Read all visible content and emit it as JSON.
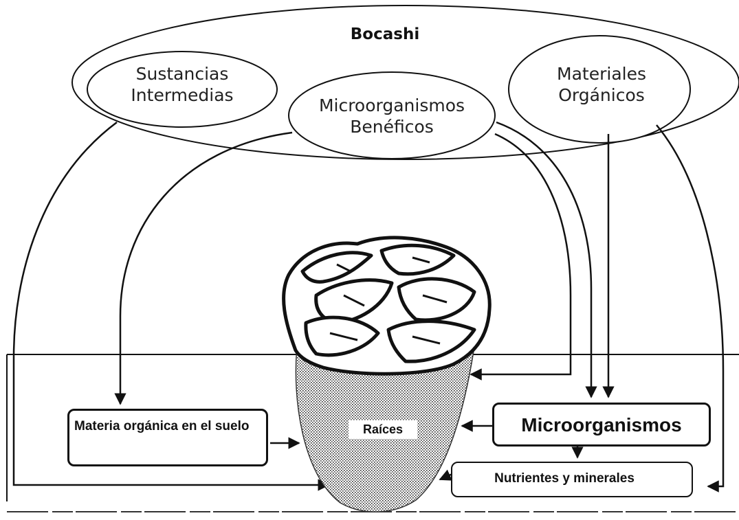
{
  "title": "Bocashi",
  "sources": {
    "sustancias": "Sustancias Intermedias",
    "microorganismos_beneficos": "Microorganismos Benéficos",
    "materiales_organicos": "Materiales Orgánicos"
  },
  "soil": {
    "materia_organica": "Materia  orgánica en el suelo",
    "raices": "Raíces",
    "microorganismos": "Microorganismos",
    "nutrientes": "Nutrientes y minerales"
  },
  "colors": {
    "line": "#111111",
    "roots_fill": "#9a9a9a",
    "background": "#ffffff"
  },
  "icons": {
    "plant": "lettuce-plant-icon"
  }
}
